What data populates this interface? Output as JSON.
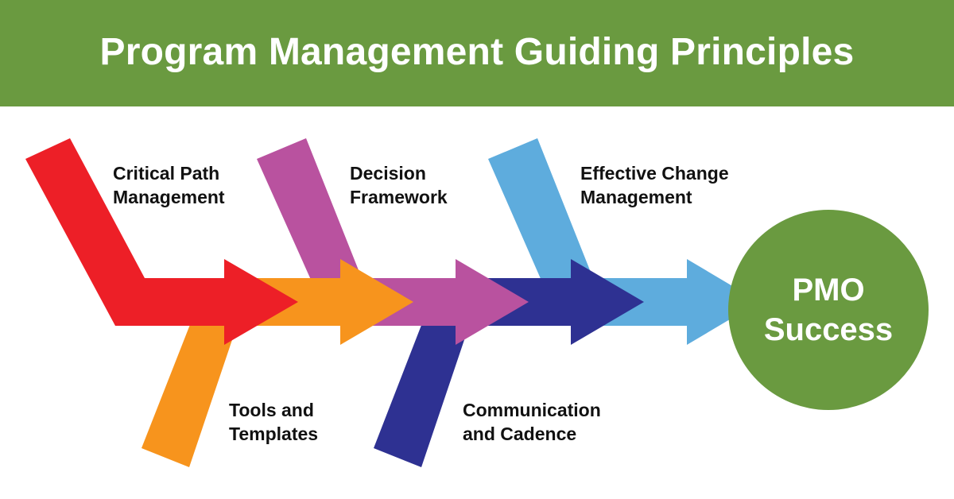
{
  "header": {
    "title": "Program Management Guiding Principles"
  },
  "colors": {
    "green": "#6a9a40",
    "red": "#ed1f27",
    "orange": "#f7941d",
    "magenta": "#b9529f",
    "navy": "#2e3192",
    "light_blue": "#5eacdd",
    "text_dark": "#111111",
    "white": "#ffffff"
  },
  "principles": [
    {
      "line1": "Critical Path",
      "line2": "Management",
      "color": "#ed1f27"
    },
    {
      "line1": "Tools and",
      "line2": "Templates",
      "color": "#f7941d"
    },
    {
      "line1": "Decision",
      "line2": "Framework",
      "color": "#b9529f"
    },
    {
      "line1": "Communication",
      "line2": "and Cadence",
      "color": "#2e3192"
    },
    {
      "line1": "Effective Change",
      "line2": "Management",
      "color": "#5eacdd"
    }
  ],
  "hub": {
    "line1": "PMO",
    "line2": "Success"
  }
}
